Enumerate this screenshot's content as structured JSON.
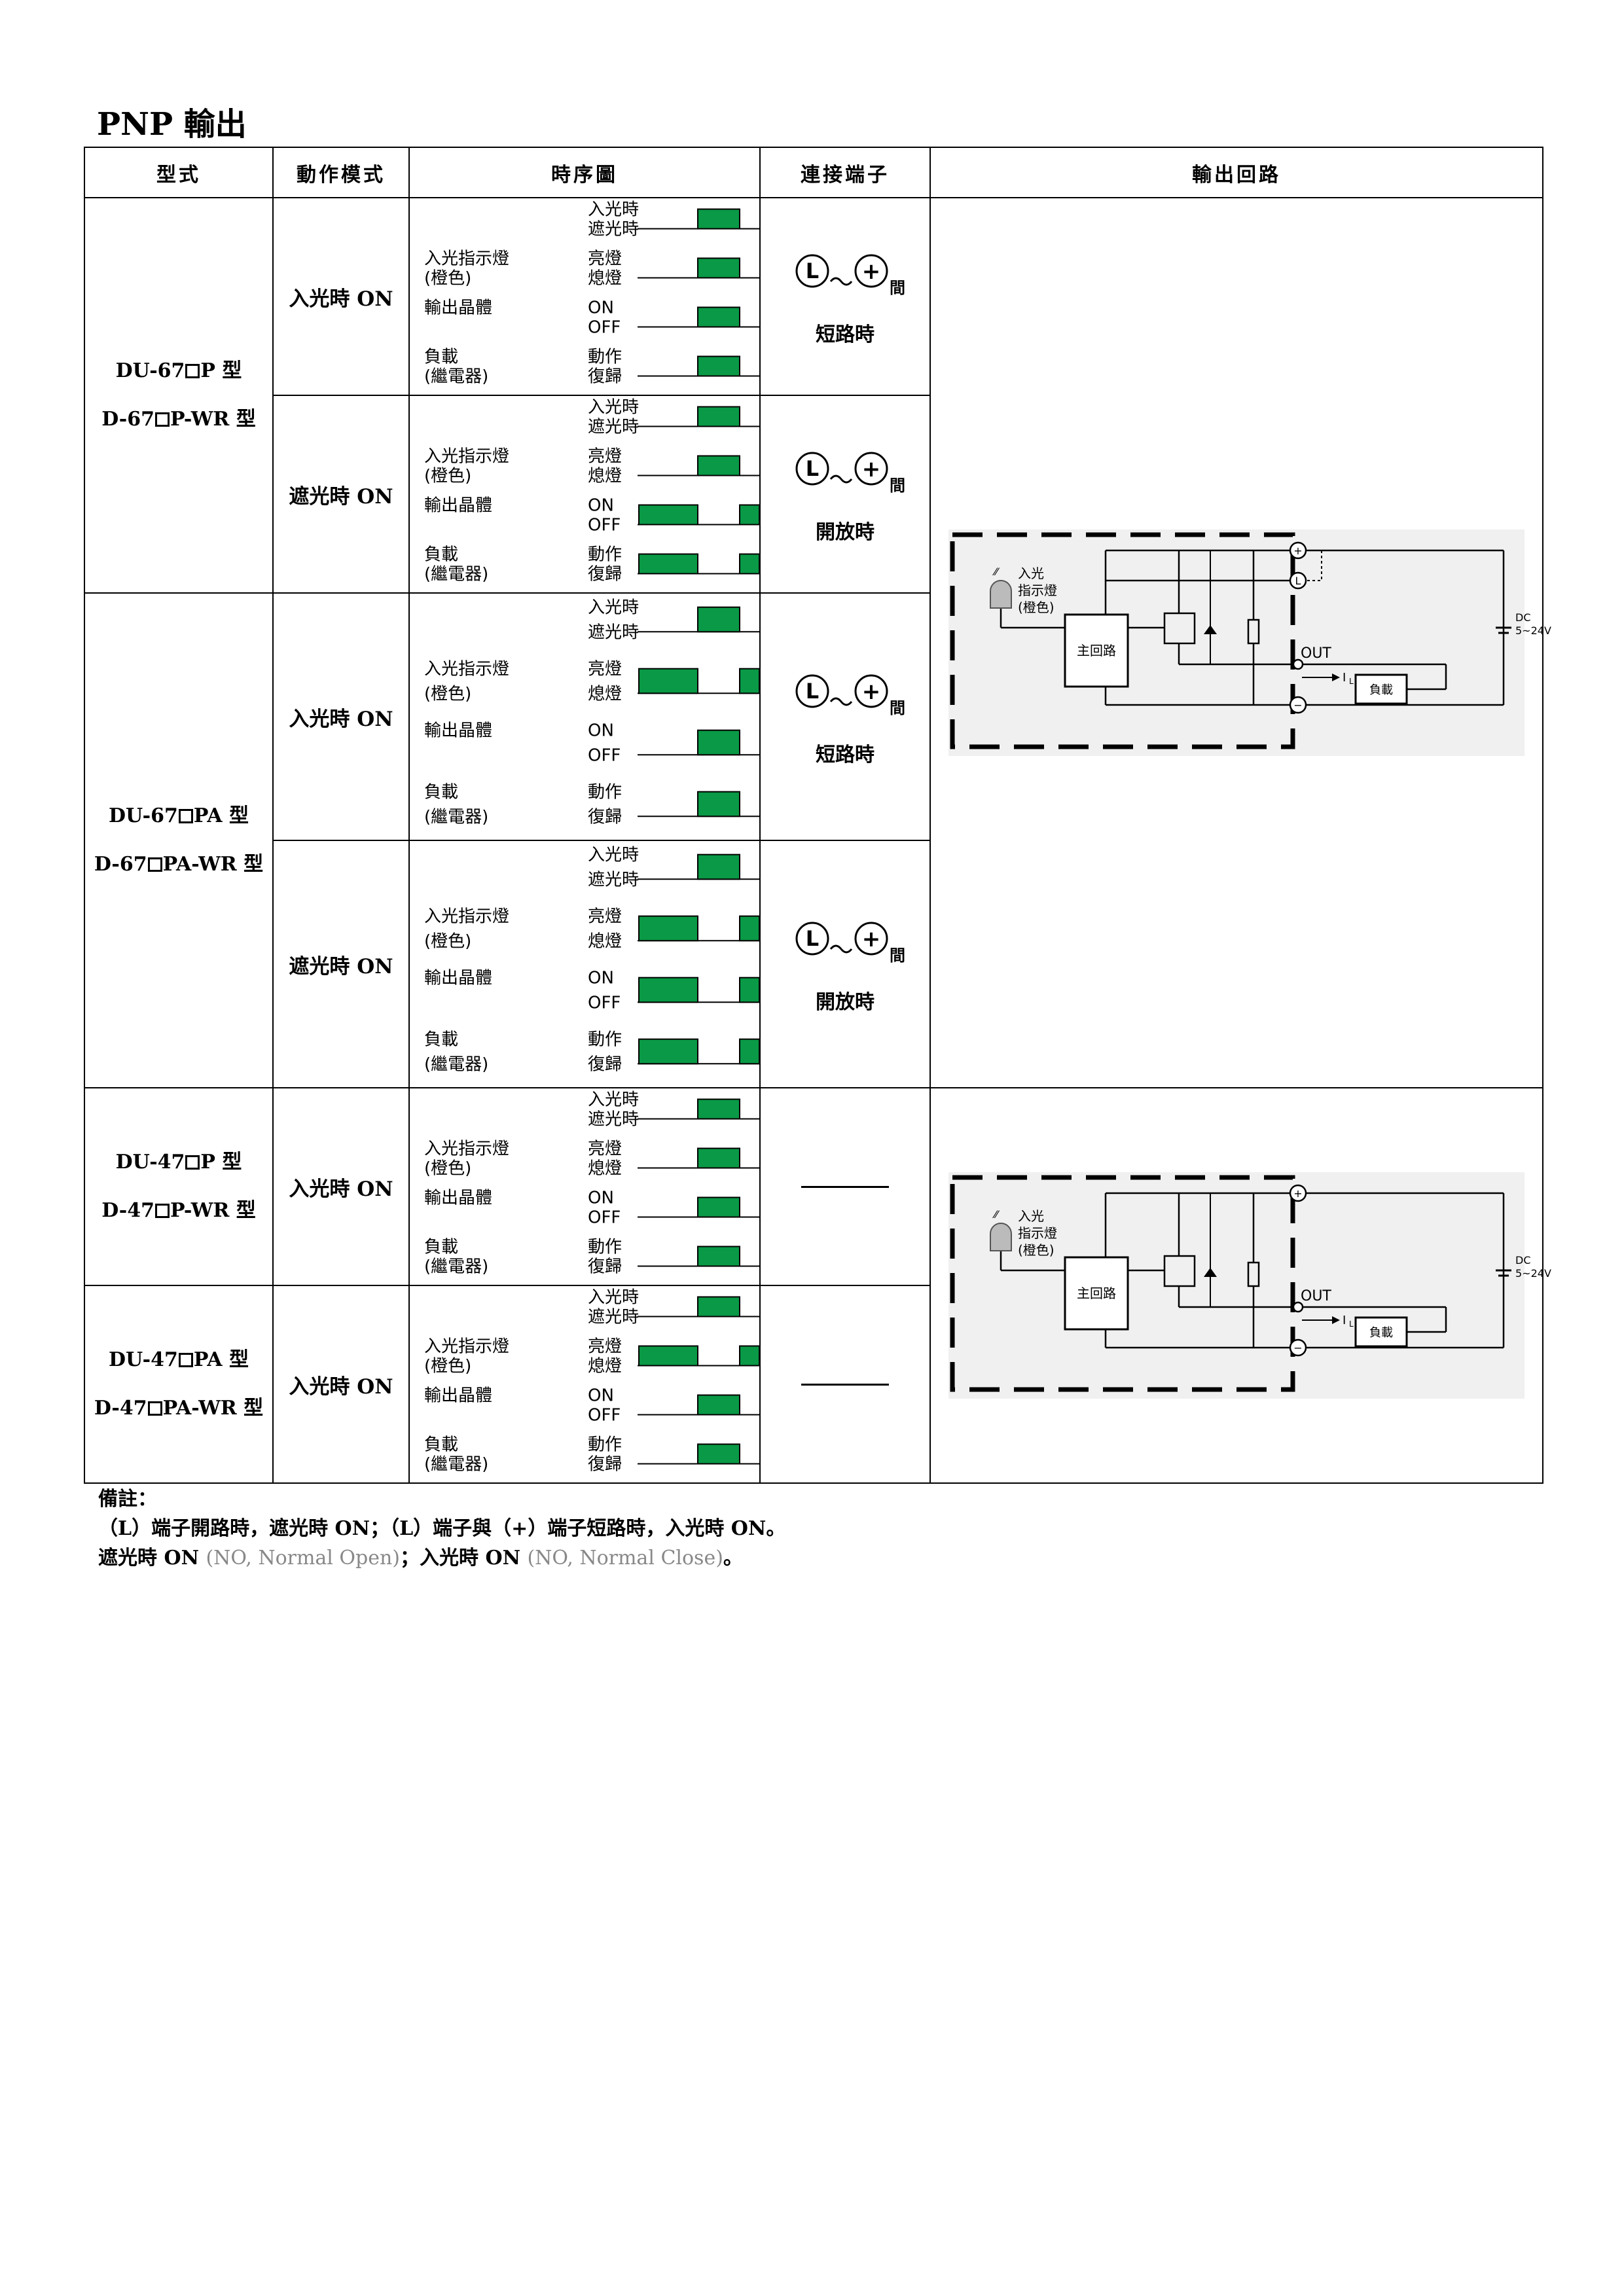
{
  "page": {
    "title": "PNP 輸出"
  },
  "table": {
    "headers": [
      "型式",
      "動作模式",
      "時序圖",
      "連接端子",
      "輸出回路"
    ],
    "groups": [
      {
        "type_lines": [
          [
            "DU-67",
            "P 型"
          ],
          [
            "D-67",
            "P-WR 型"
          ]
        ]
      },
      {
        "type_lines": [
          [
            "DU-67",
            "PA 型"
          ],
          [
            "D-67",
            "PA-WR 型"
          ]
        ]
      },
      {
        "type_lines": [
          [
            "DU-47",
            "P 型"
          ],
          [
            "D-47",
            "P-WR 型"
          ]
        ]
      },
      {
        "type_lines": [
          [
            "DU-47",
            "PA 型"
          ],
          [
            "D-47",
            "PA-WR 型"
          ]
        ]
      }
    ],
    "modes": [
      "入光時 ON",
      "遮光時 ON",
      "入光時 ON",
      "遮光時 ON",
      "入光時 ON",
      "入光時 ON"
    ],
    "terminal": {
      "between": "間",
      "short": "短路時",
      "open": "開放時",
      "L": "L",
      "plus": "+"
    },
    "timing_labels": {
      "light_in": "入光時",
      "light_block": "遮光時",
      "indicator": "入光指示燈",
      "indicator_sub": "(橙色)",
      "lit": "亮燈",
      "unlit": "熄燈",
      "transistor": "輸出晶體",
      "on": "ON",
      "off": "OFF",
      "load": "負載",
      "load_sub": "(繼電器)",
      "operate": "動作",
      "reset": "復歸"
    },
    "timing_rows": [
      {
        "ind": "on",
        "out": "on",
        "load": "on"
      },
      {
        "ind": "on",
        "out": "off",
        "load": "off"
      },
      {
        "ind": "off",
        "out": "on",
        "load": "on"
      },
      {
        "ind": "off",
        "out": "off",
        "load": "off"
      },
      {
        "ind": "on",
        "out": "on",
        "load": "on"
      },
      {
        "ind": "off",
        "out": "on",
        "load": "on"
      }
    ]
  },
  "circuit": {
    "light_in": "入光",
    "indicator": "指示燈",
    "indicator_sub": "(橙色)",
    "main_circuit": "主回路",
    "out": "OUT",
    "load": "負載",
    "il": "I",
    "il_sub": "L",
    "dc": "DC",
    "voltage": "5~24V",
    "plus": "+",
    "minus": "−",
    "L": "L"
  },
  "notes": {
    "heading": "備註：",
    "line1": "（L）端子開路時，遮光時 ON；（L）端子與（+）端子短路時，入光時 ON。",
    "line2_a": "遮光時 ON ",
    "line2_b": "(NO, Normal Open)",
    "line2_c": "；入光時 ON ",
    "line2_d": "(NO, Normal Close)",
    "line2_e": "。"
  },
  "colors": {
    "pulse": "#0a9946",
    "line": "#000000"
  }
}
